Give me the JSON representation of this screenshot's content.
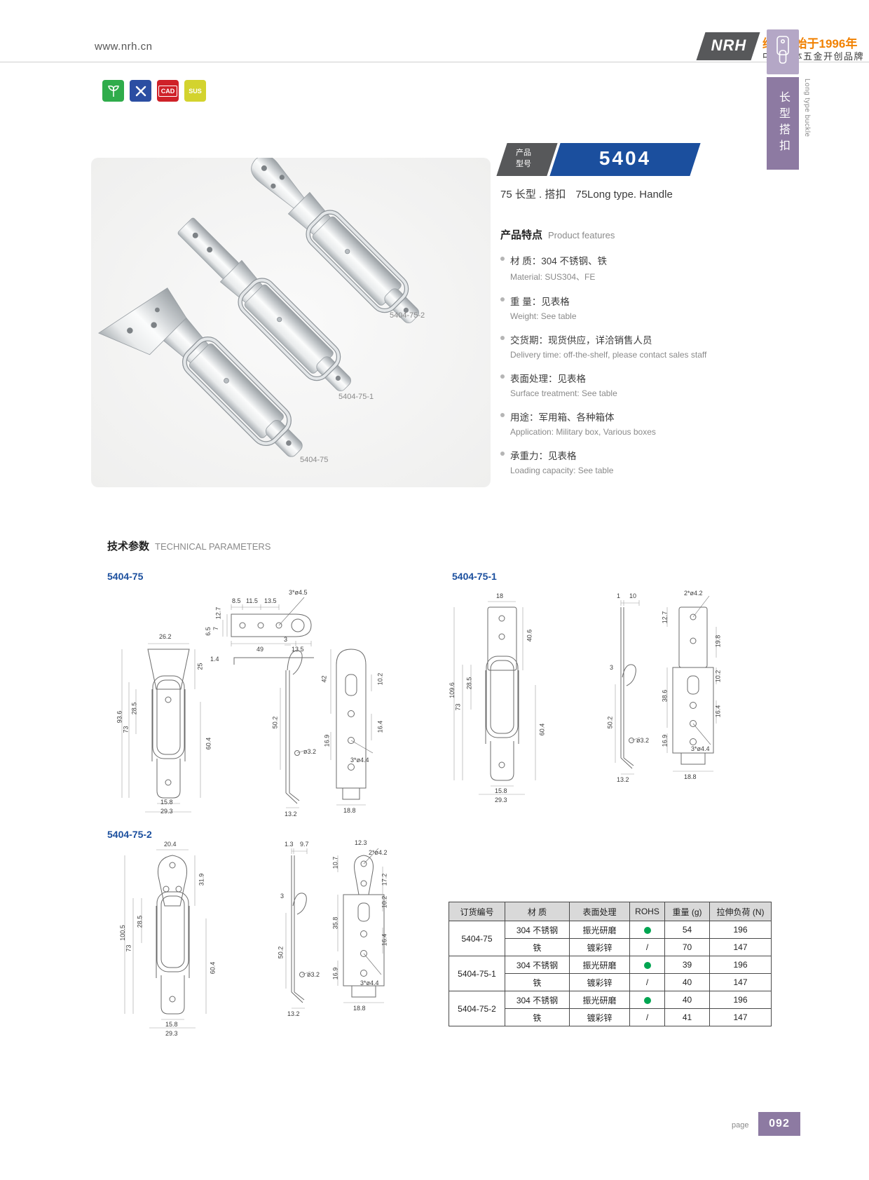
{
  "colors": {
    "accent_blue": "#1b4f9e",
    "banner_dark": "#57585a",
    "purple": "#8d7aa2",
    "purple_light": "#b4a7c6",
    "orange": "#f18101",
    "rohs_green": "#00a551"
  },
  "header": {
    "website": "www.nrh.cn",
    "logo": "NRH",
    "brand_title": "纳汇®始于1996年",
    "brand_subtitle": "中国箱体五金开创品牌"
  },
  "side_tab": {
    "cn": "长型搭扣",
    "en": "Long type buckle"
  },
  "cert": {
    "cad": "CAD",
    "sus": "SUS"
  },
  "product": {
    "label_line1": "产品",
    "label_line2": "型号",
    "model": "5404",
    "subtitle_cn": "75 长型 . 搭扣",
    "subtitle_en": "75Long type. Handle"
  },
  "photo": {
    "labels": [
      "5404-75-2",
      "5404-75-1",
      "5404-75"
    ]
  },
  "features": {
    "title_cn": "产品特点",
    "title_en": "Product features",
    "items": [
      {
        "cn": "材 质：304 不锈钢、铁",
        "en": "Material: SUS304、FE"
      },
      {
        "cn": "重 量：见表格",
        "en": "Weight: See table"
      },
      {
        "cn": "交货期：现货供应，详洽销售人员",
        "en": "Delivery time: off-the-shelf, please contact sales staff"
      },
      {
        "cn": "表面处理：见表格",
        "en": "Surface treatment: See table"
      },
      {
        "cn": "用途：军用箱、各种箱体",
        "en": "Application: Military box, Various boxes"
      },
      {
        "cn": "承重力：见表格",
        "en": "Loading capacity: See table"
      }
    ]
  },
  "tech": {
    "title_cn": "技术参数",
    "title_en": "TECHNICAL PARAMETERS",
    "d1": {
      "title": "5404-75",
      "top": [
        "8.5",
        "11.5",
        "13.5",
        "3*ø4.5",
        "12.7",
        "7",
        "6.5",
        "49",
        "13.5",
        "1.4"
      ],
      "front": [
        "26.2",
        "25",
        "93.6",
        "73",
        "28.5",
        "60.4",
        "15.8",
        "29.3"
      ],
      "side": [
        "3",
        "50.2",
        "ø3.2",
        "13.2"
      ],
      "keeper": [
        "42",
        "16.9",
        "16.4",
        "10.2",
        "3*ø4.4",
        "18.8"
      ]
    },
    "d2": {
      "title": "5404-75-1",
      "front": [
        "18",
        "40.6",
        "109.6",
        "73",
        "28.5",
        "60.4",
        "15.8",
        "29.3"
      ],
      "side": [
        "1",
        "10",
        "3",
        "50.2",
        "ø3.2",
        "13.2"
      ],
      "keeper": [
        "2*ø4.2",
        "12.7",
        "19.8",
        "38.6",
        "10.2",
        "16.4",
        "16.9",
        "3*ø4.4",
        "18.8"
      ]
    },
    "d3": {
      "title": "5404-75-2",
      "front": [
        "20.4",
        "31.9",
        "100.5",
        "73",
        "28.5",
        "60.4",
        "15.8",
        "29.3"
      ],
      "side": [
        "1.3",
        "9.7",
        "3",
        "50.2",
        "ø3.2",
        "13.2"
      ],
      "keeper": [
        "12.3",
        "10.7",
        "17.2",
        "2*ø4.2",
        "35.8",
        "10.2",
        "16.4",
        "16.9",
        "3*ø4.4",
        "18.8"
      ]
    }
  },
  "table": {
    "headers": [
      "订货编号",
      "材  质",
      "表面处理",
      "ROHS",
      "重量 (g)",
      "拉伸负荷 (N)"
    ],
    "rows": [
      {
        "model": "5404-75",
        "material": "304 不锈钢",
        "surface": "振光研磨",
        "rohs": "pass",
        "weight": "54",
        "load": "196"
      },
      {
        "material": "铁",
        "surface": "镀彩锌",
        "rohs": "/",
        "weight": "70",
        "load": "147"
      },
      {
        "model": "5404-75-1",
        "material": "304 不锈钢",
        "surface": "振光研磨",
        "rohs": "pass",
        "weight": "39",
        "load": "196"
      },
      {
        "material": "铁",
        "surface": "镀彩锌",
        "rohs": "/",
        "weight": "40",
        "load": "147"
      },
      {
        "model": "5404-75-2",
        "material": "304 不锈钢",
        "surface": "振光研磨",
        "rohs": "pass",
        "weight": "40",
        "load": "196"
      },
      {
        "material": "铁",
        "surface": "镀彩锌",
        "rohs": "/",
        "weight": "41",
        "load": "147"
      }
    ]
  },
  "footer": {
    "page_label": "page",
    "page_number": "092"
  }
}
